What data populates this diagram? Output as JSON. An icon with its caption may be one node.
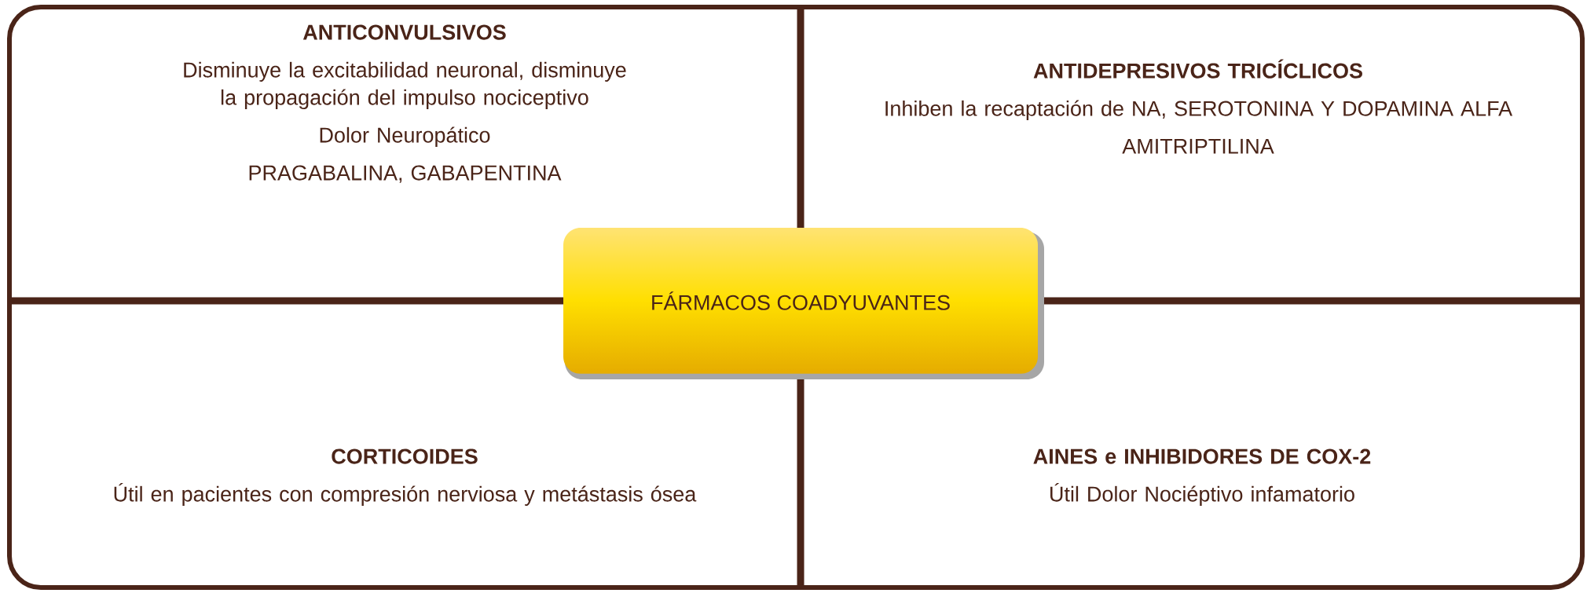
{
  "diagram": {
    "nodes": [
      {
        "text": [
          "ANTICONVULSIVOS",
          "Disminuye la excitabilidad neuronal, disminuye la propagación del impulso nociceptivo",
          "Dolor Neuropático",
          "PRAGABALINA, GABAPENTINA"
        ]
      },
      {
        "text": [
          "ANTIDEPRESIVOS TRICÍCLICOS",
          "Inhiben la recaptación de NA, SEROTONINA Y DOPAMINA ALFA",
          "AMITRIPTILINA"
        ]
      },
      {
        "text": [
          "FÁRMACOS COADYUVANTES"
        ]
      },
      {
        "text": [
          "CORTICOIDES",
          "Útil en pacientes con compresión nerviosa y metástasis ósea"
        ]
      },
      {
        "text": [
          "AINES e INHIBIDORES DE COX-2",
          "Útil Dolor Nociéptivo infamatorio"
        ]
      }
    ]
  }
}
